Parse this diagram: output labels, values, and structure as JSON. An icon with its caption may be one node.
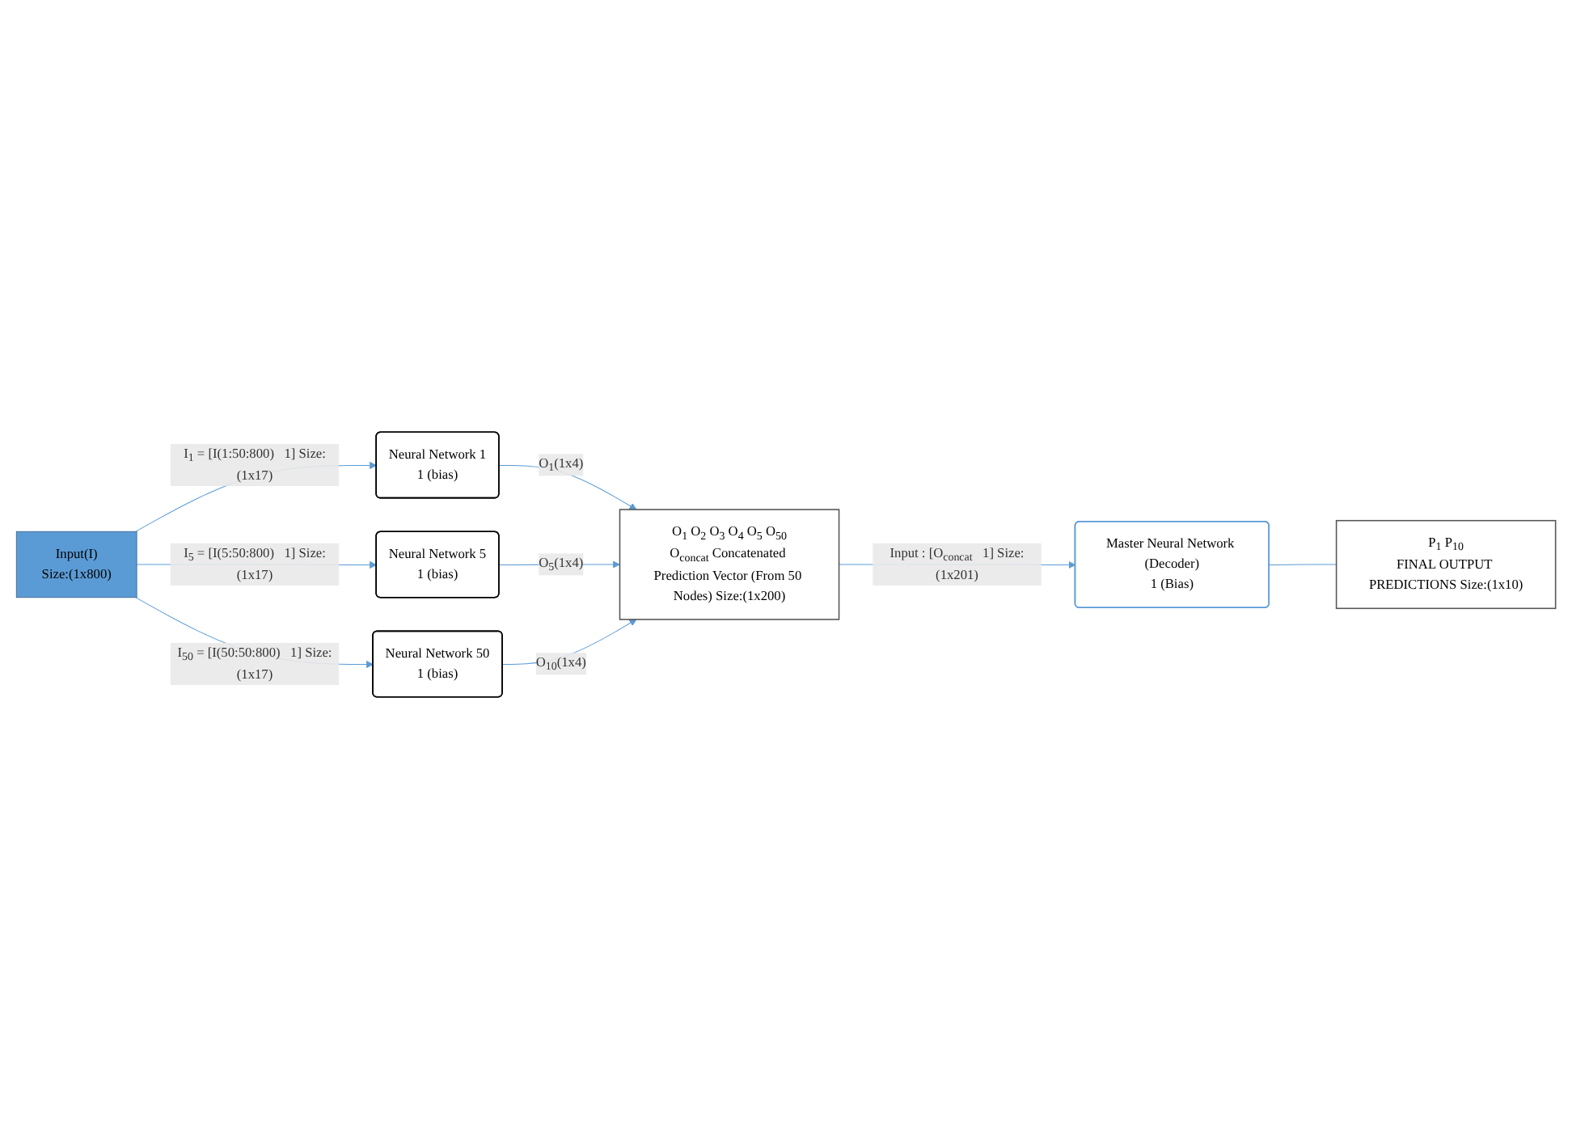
{
  "diagram": {
    "nodes": [
      {
        "text": [
          "Input(I)",
          "Size:(1x800)"
        ]
      },
      {
        "text": [
          "Neural Network 1",
          "1 (bias)"
        ]
      },
      {
        "text": [
          "Neural Network 5",
          "1 (bias)"
        ]
      },
      {
        "text": [
          "Neural Network 50",
          "1 (bias)"
        ]
      },
      {
        "text": [
          "O$_{1}$ O$_{2}$ O$_{3}$ O$_{4}$ O$_{5}$ O$_{50}$",
          "O$_{concat}$ Concatenated Prediction Vector (From 50 Nodes) Size:(1x200)"
        ]
      },
      {
        "text": [
          "Master Neural Network (Decoder)",
          "1 (Bias)"
        ]
      },
      {
        "text": [
          "P$_{1}$ P$_{10}$",
          "FINAL OUTPUT PREDICTIONS Size:(1x10)"
        ]
      }
    ],
    "edges": [
      {
        "from": 0,
        "to": 1,
        "arrow": "to",
        "label": "I$_{1}$ = [I(1:50:800)   1] Size:(1x17)"
      },
      {
        "from": 0,
        "to": 2,
        "arrow": "to",
        "label": "I$_{5}$ = [I(5:50:800)   1] Size:(1x17)"
      },
      {
        "from": 0,
        "to": 3,
        "arrow": "to",
        "label": "I$_{50}$ = [I(50:50:800)   1] Size:(1x17)"
      },
      {
        "from": 1,
        "to": 4,
        "arrow": "to",
        "label": "O$_{1}$(1x4)"
      },
      {
        "from": 2,
        "to": 4,
        "arrow": "to",
        "label": "O$_{5}$(1x4)"
      },
      {
        "from": 3,
        "to": 4,
        "arrow": "to",
        "label": "O$_{10}$(1x4)"
      },
      {
        "from": 4,
        "to": 5,
        "arrow": "to",
        "label": "Input : [O$_{concat}$   1] Size:(1x201)"
      },
      {
        "from": 5,
        "to": 6,
        "arrow": "none"
      }
    ]
  }
}
